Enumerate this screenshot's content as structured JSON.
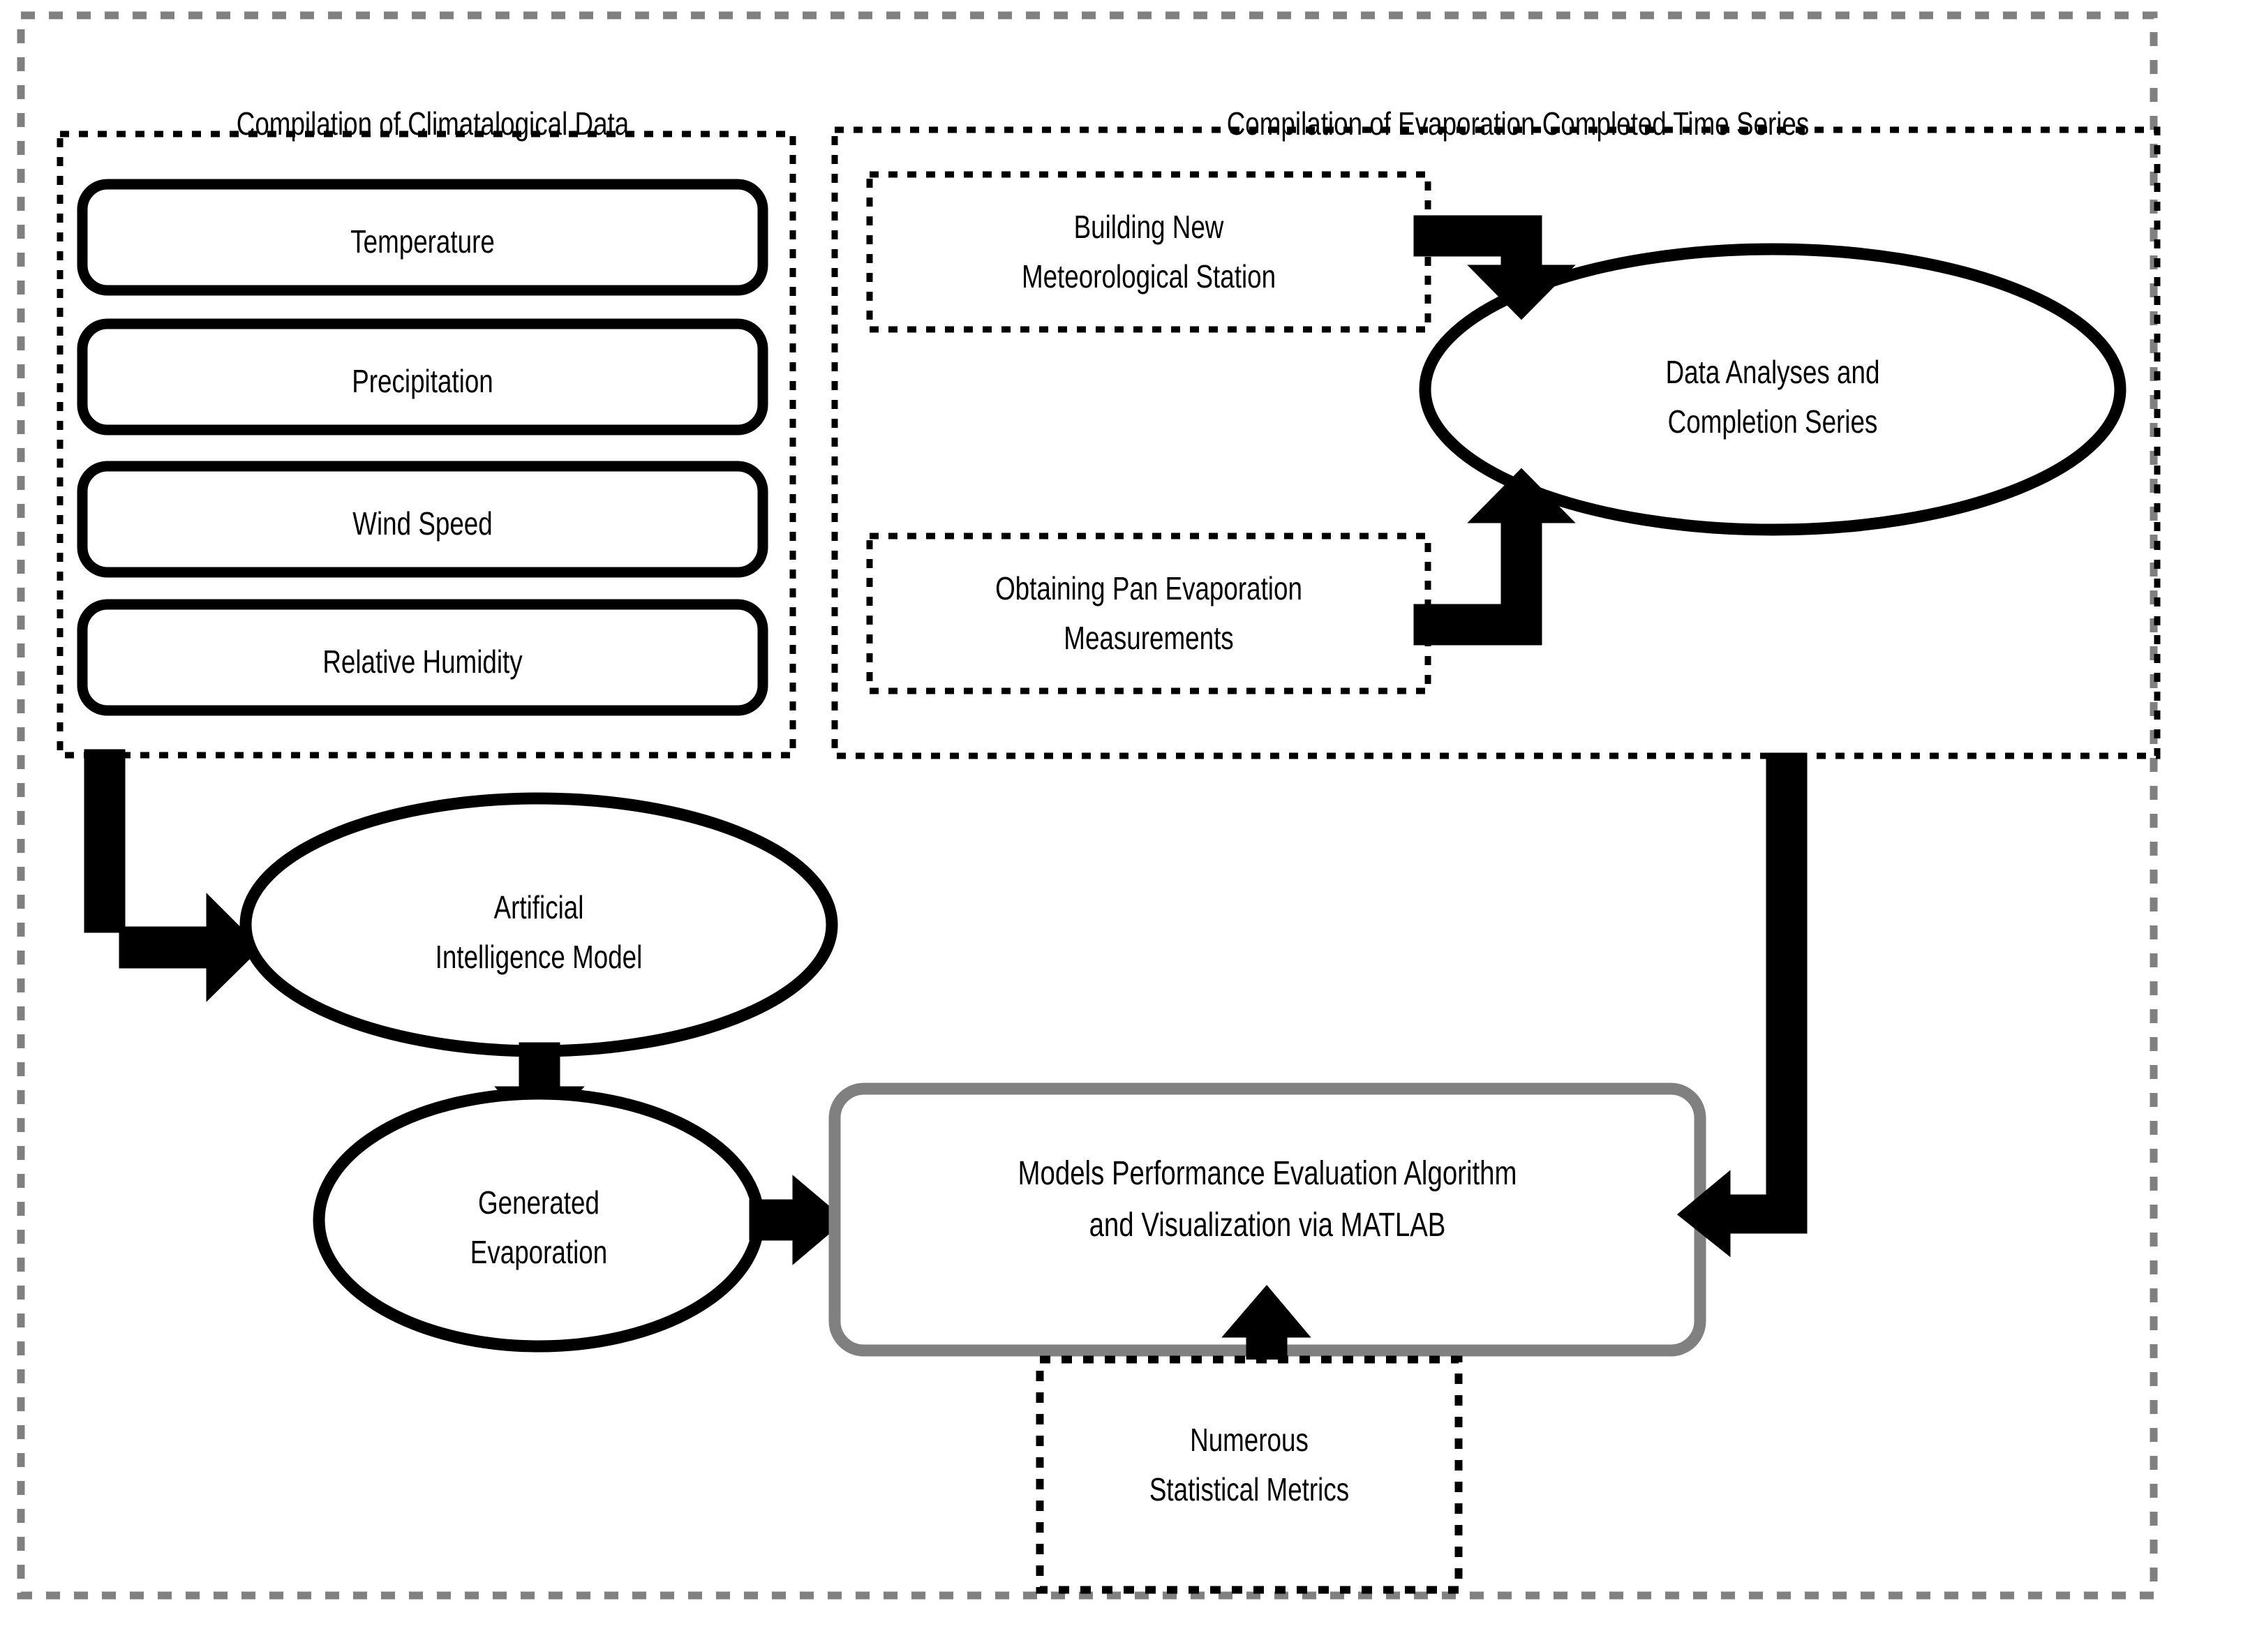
{
  "diagram": {
    "title": "Evaporation Modeling Workflow Flowchart",
    "outer_frame": {
      "style": "dashed",
      "color": "#808080"
    },
    "panels": [
      {
        "id": "climatological",
        "title": "Compilation of Climatalogical Data",
        "border_style": "dotted",
        "border_color": "#000000",
        "items": [
          {
            "label": "Temperature",
            "shape": "rounded-rect"
          },
          {
            "label": "Precipitation",
            "shape": "rounded-rect"
          },
          {
            "label": "Wind Speed",
            "shape": "rounded-rect"
          },
          {
            "label": "Relative Humidity",
            "shape": "rounded-rect"
          }
        ]
      },
      {
        "id": "evaporation",
        "title": "Compilation of Evaporation Completed Time Series",
        "border_style": "dotted",
        "border_color": "#000000",
        "items": [
          {
            "label": "Building New\nMeteorological Station",
            "shape": "dotted-rect"
          },
          {
            "label": "Obtaining Pan Evaporation\nMeasurements",
            "shape": "dotted-rect"
          },
          {
            "label": "Data Analyses and\nCompletion Series",
            "shape": "ellipse"
          }
        ]
      }
    ],
    "nodes": [
      {
        "id": "ai-model",
        "label": "Artificial\nIntelligence Model",
        "shape": "ellipse"
      },
      {
        "id": "generated-evaporation",
        "label": "Generated\nEvaporation",
        "shape": "ellipse"
      },
      {
        "id": "matlab-eval",
        "label": "Models Performance Evaluation Algorithm\nand Visualization via MATLAB",
        "shape": "rounded-rect",
        "border_color": "#808080"
      },
      {
        "id": "statistical-metrics",
        "label": "Numerous\nStatistical Metrics",
        "shape": "dotted-rect"
      }
    ],
    "connectors": [
      {
        "from": "building-new-meteorological-station",
        "to": "data-analyses-and-completion-series",
        "direction": "down"
      },
      {
        "from": "obtaining-pan-evaporation-measurements",
        "to": "data-analyses-and-completion-series",
        "direction": "up"
      },
      {
        "from": "climatological-panel",
        "to": "ai-model",
        "direction": "right"
      },
      {
        "from": "ai-model",
        "to": "generated-evaporation",
        "direction": "down"
      },
      {
        "from": "generated-evaporation",
        "to": "matlab-eval",
        "direction": "right"
      },
      {
        "from": "statistical-metrics",
        "to": "matlab-eval",
        "direction": "up"
      },
      {
        "from": "evaporation-panel",
        "to": "matlab-eval",
        "direction": "left"
      }
    ]
  }
}
